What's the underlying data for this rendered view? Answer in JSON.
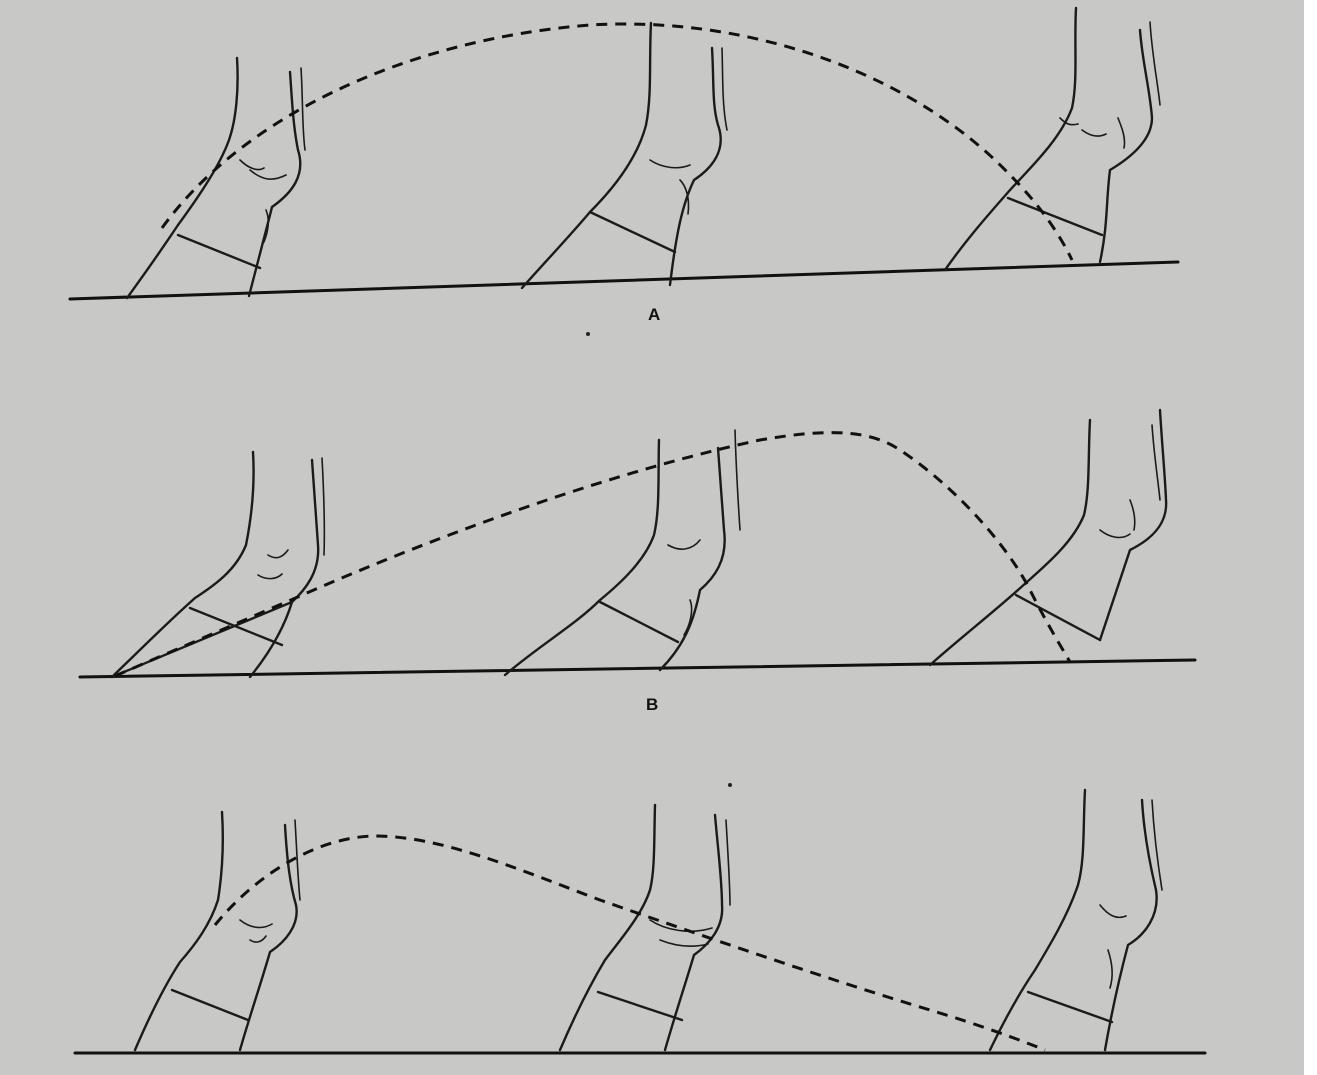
{
  "figure": {
    "panels": [
      {
        "id": "A",
        "label": "A"
      },
      {
        "id": "B",
        "label": "B"
      },
      {
        "id": "C",
        "label": ""
      }
    ]
  },
  "colors": {
    "paper": "#c8c8c6",
    "ink": "#1b1b1b"
  }
}
